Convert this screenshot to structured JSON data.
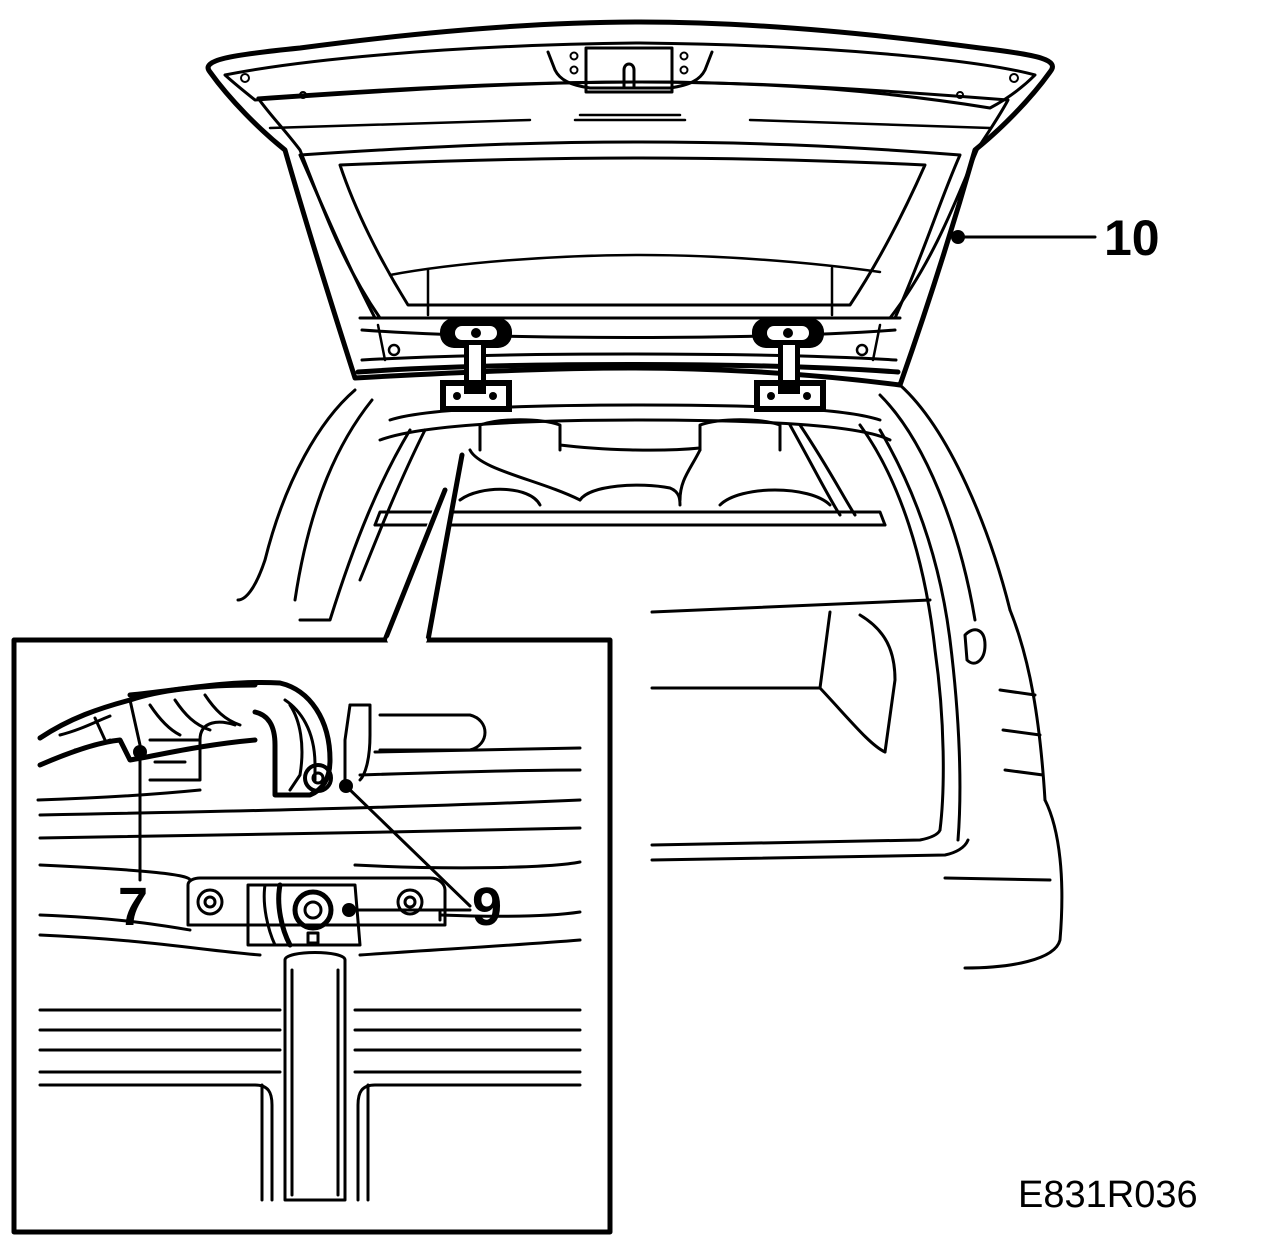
{
  "callouts": {
    "tailgate": "10",
    "cable": "7",
    "connector": "9"
  },
  "figure_code": "E831R036",
  "colors": {
    "ink": "#000000",
    "paper": "#ffffff"
  }
}
